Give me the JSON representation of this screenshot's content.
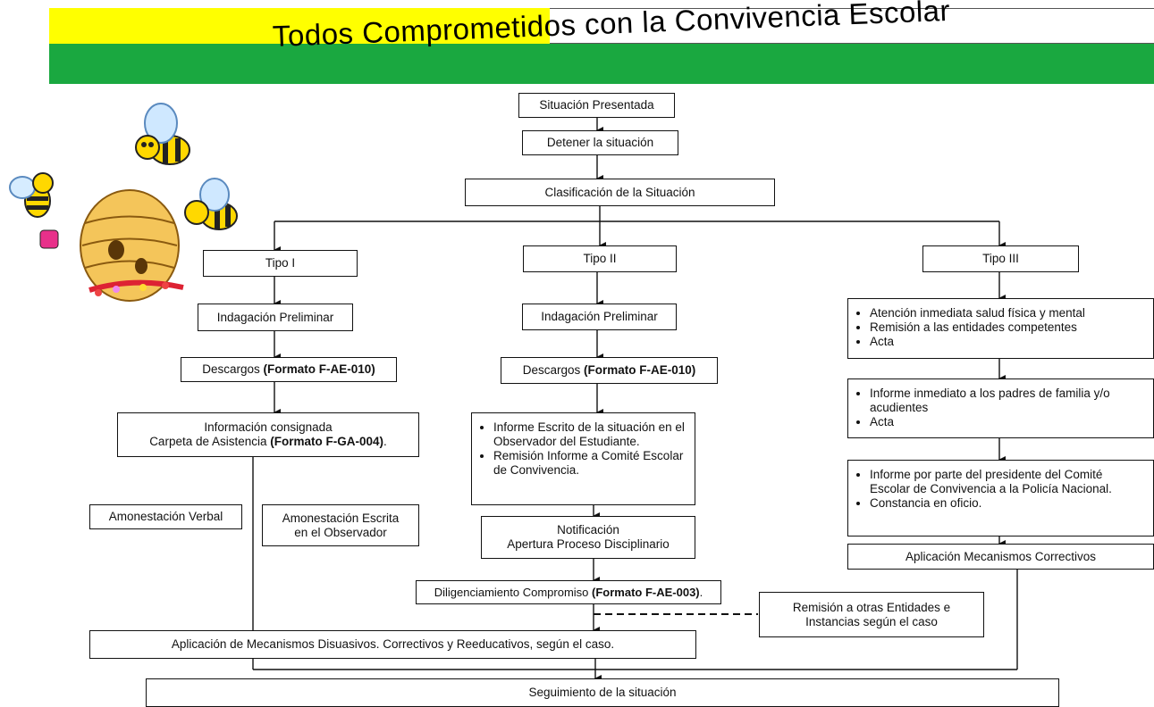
{
  "header": {
    "title": "Todos Comprometidos con la Convivencia Escolar"
  },
  "flow": {
    "situacion": "Situación Presentada",
    "detener": "Detener la situación",
    "clasificacion": "Clasificación de la Situación",
    "tipo1": {
      "title": "Tipo I",
      "indagacion": "Indagación Preliminar",
      "descargos": "Descargos ",
      "descargos_format": "(Formato F-AE-010)",
      "info_line1": "Información consignada",
      "info_line2": "Carpeta de Asistencia ",
      "info_format": "(Formato F-GA-004)",
      "info_suffix": ".",
      "amon_verbal": "Amonestación Verbal",
      "amon_escrita_1": "Amonestación Escrita",
      "amon_escrita_2": "en el Observador"
    },
    "tipo2": {
      "title": "Tipo II",
      "indagacion": "Indagación Preliminar",
      "descargos": "Descargos ",
      "descargos_format": "(Formato F-AE-010)",
      "informe_items": [
        "Informe Escrito de la situación en el Observador del Estudiante.",
        "Remisión Informe a Comité Escolar de Convivencia."
      ],
      "notif_1": "Notificación",
      "notif_2": "Apertura Proceso Disciplinario",
      "dilig": "Diligenciamiento Compromiso ",
      "dilig_format": "(Formato F-AE-003)",
      "dilig_suffix": "."
    },
    "tipo3": {
      "title": "Tipo III",
      "box1_items": [
        "Atención inmediata salud física y mental",
        "Remisión a las entidades competentes",
        "Acta"
      ],
      "box2_items": [
        "Informe inmediato a los padres de familia y/o acudientes",
        "Acta"
      ],
      "box3_items": [
        "Informe por parte del presidente del Comité Escolar de Convivencia a la Policía Nacional.",
        "Constancia en oficio."
      ],
      "aplicacion": "Aplicación Mecanismos Correctivos"
    },
    "remision_1": "Remisión a otras Entidades e",
    "remision_2": "Instancias según el caso",
    "aplicacion_general": "Aplicación de Mecanismos Disuasivos. Correctivos y Reeducativos, según el caso.",
    "seguimiento": "Seguimiento de la situación"
  },
  "colors": {
    "yellow": "#ffff00",
    "green": "#1aa840"
  }
}
